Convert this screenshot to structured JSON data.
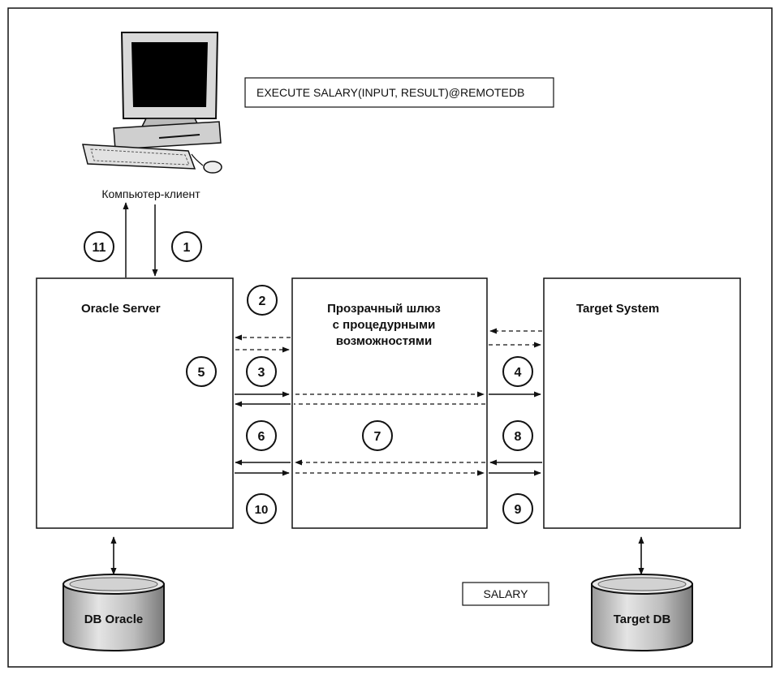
{
  "command_text": "EXECUTE SALARY(INPUT, RESULT)@REMOTEDB",
  "client_label": "Компьютер-клиент",
  "oracle_server_label": "Oracle Server",
  "gateway_label": [
    "Прозрачный шлюз",
    "с процедурными",
    "возможностями"
  ],
  "target_system_label": "Target System",
  "db_oracle_label": "DB Oracle",
  "target_db_label": "Target DB",
  "salary_label": "SALARY",
  "steps": [
    "1",
    "2",
    "3",
    "4",
    "5",
    "6",
    "7",
    "8",
    "9",
    "10",
    "11"
  ],
  "colors": {
    "line": "#111111",
    "monitor_screen": "#000000",
    "db_fill": "#c8c8c8"
  }
}
